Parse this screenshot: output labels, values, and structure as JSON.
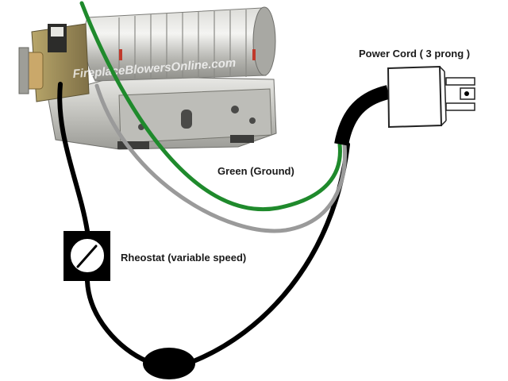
{
  "labels": {
    "power_cord": "Power Cord ( 3 prong )",
    "green_ground": "Green (Ground)",
    "rheostat": "Rheostat (variable speed)"
  },
  "watermark": "FireplaceBlowersOnline.com",
  "colors": {
    "green_wire": "#1f8a2c",
    "gray_wire": "#9a9a9a",
    "black_wire": "#000000",
    "blower_metal": "#c9c9c4"
  }
}
